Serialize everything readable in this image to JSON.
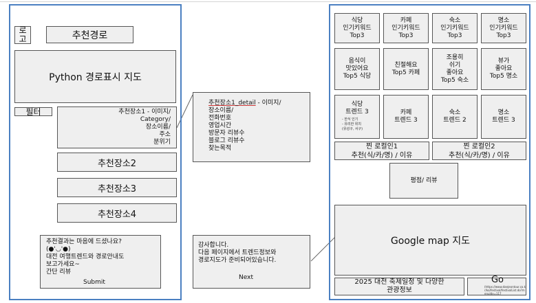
{
  "left_panel": {
    "logo": "로\n고",
    "recommend_route": "추천경로",
    "map": "Python 경로표시 지도",
    "filter": "필터",
    "place1": "추천장소1 - 이미지/\nCategory/\n장소이름/\n주소\n분위기",
    "place2": "추천장소2",
    "place3": "추천장소3",
    "place4": "추천장소4",
    "feedback": "추천결과는 마음에 드셨나요?\n(●'◡'●)\n대전 여행트렌드와 경로안내도\n보고가세요~\n간단 리뷰",
    "submit": "Submit"
  },
  "detail_panel": {
    "title": "추천장소1_detail",
    "text": " - 이미지/\n장소이름/\n전화번호\n영업시간\n방문자 리뷰수\n블로그 리뷰수\n찾는목적"
  },
  "thanks_panel": {
    "text": "감사합니다.\n다음 페이지에서 트렌드정보와\n경로지도가 준비되어있습니다.",
    "next": "Next"
  },
  "right_panel": {
    "keywords": [
      "식당\n인기키워드\nTop3",
      "카페\n인기키워드\nTop3",
      "숙소\n인기키워드\nTop3",
      "명소\n인기키워드\nTop3"
    ],
    "top5": [
      "음식이\n맛있어요\nTop5 식당",
      "친절해요\nTop5 카페",
      "조용히\n쉬기\n좋아요\nTop5 숙소",
      "뷰가\n좋아요\nTop5 명소"
    ],
    "trend_food_title": "식당\n트렌드 3",
    "trend_food_note": "- 한식 인기\n- 유리한 위치\n(유성구, 서구)",
    "trends": [
      "카페\n트렌드 3",
      "숙소\n트렌드 2",
      "명소\n트렌드 3"
    ],
    "local1": "찐 로컬인1\n추천(식/카/명) / 이유",
    "local2": "찐 로컬인2\n추천(식/카/명) / 이유",
    "rating": "평점/ 리뷰",
    "google_map": "Google map 지도",
    "festival": "2025 대전 축제일정 및 다양한\n관광정보",
    "go": "Go",
    "go_url": "(https://www.daejeontour.co.kr/ko/festival/festivalList.do?menuIdx=117"
  }
}
